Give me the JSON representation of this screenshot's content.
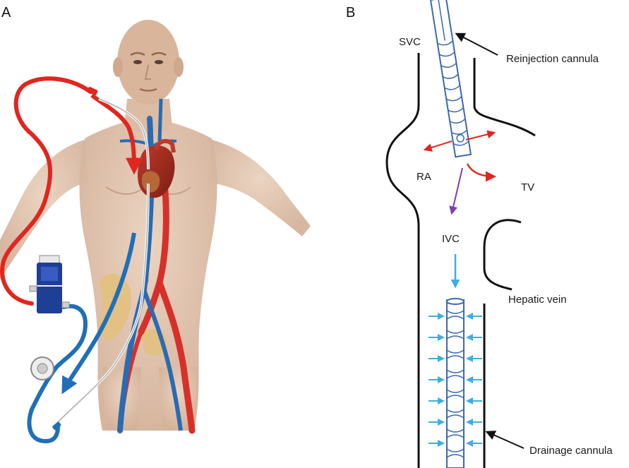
{
  "panels": {
    "a": {
      "letter": "A"
    },
    "b": {
      "letter": "B",
      "labels": {
        "svc": "SVC",
        "reinjection": "Reinjection cannula",
        "ra": "RA",
        "tv": "TV",
        "ivc": "IVC",
        "hepatic": "Hepatic vein",
        "drainage": "Drainage cannula"
      }
    }
  },
  "colors": {
    "oxygenated": "#e0261f",
    "deoxygenated": "#1f6fb8",
    "cannula": "#3a6aa8",
    "inflow_arrow": "#3bb0e0",
    "tricuspid_arrow": "#7a3fb0",
    "skin": "#e2c4ad",
    "vessel_wall": "#111111"
  }
}
